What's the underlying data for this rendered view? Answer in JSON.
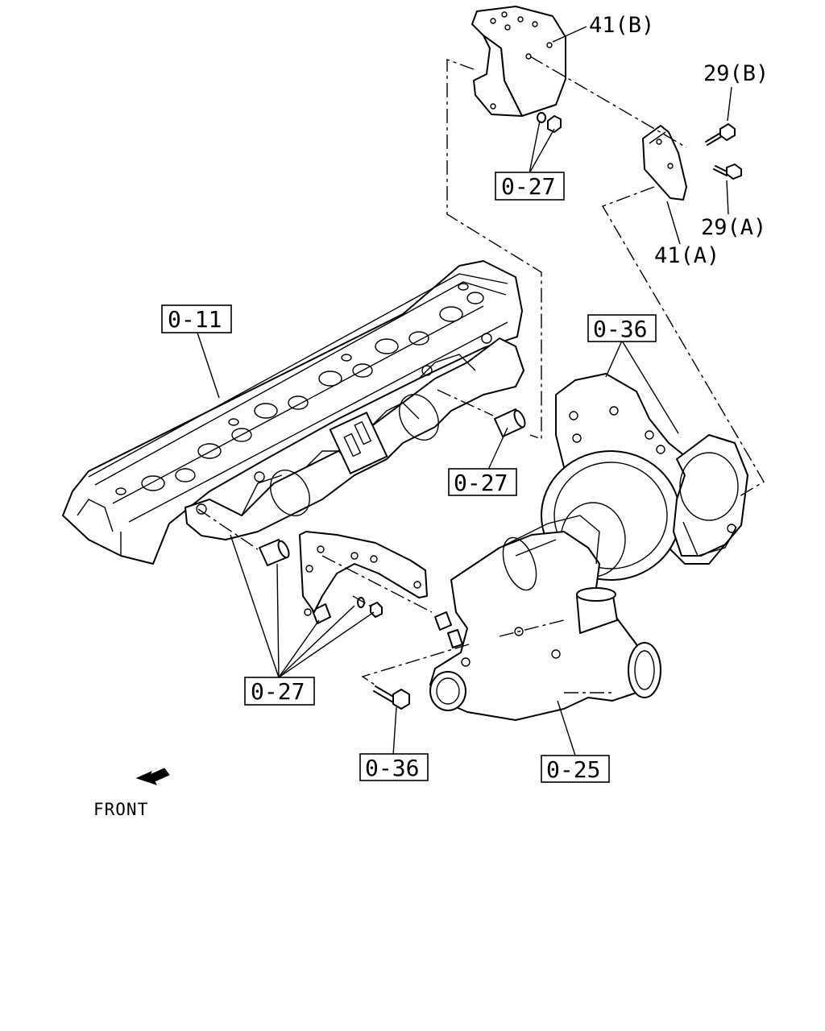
{
  "labels": {
    "l41b": "41(B)",
    "l29b": "29(B)",
    "l29a": "29(A)",
    "l41a": "41(A)"
  },
  "boxes": {
    "b027_top": "0-27",
    "b011": "0-11",
    "b036_right": "0-36",
    "b027_mid": "0-27",
    "b027_bottom": "0-27",
    "b036_bottom": "0-36",
    "b025": "0-25"
  },
  "front_label": "FRONT",
  "icons": {
    "front_arrow": "arrow-left-down-icon"
  }
}
